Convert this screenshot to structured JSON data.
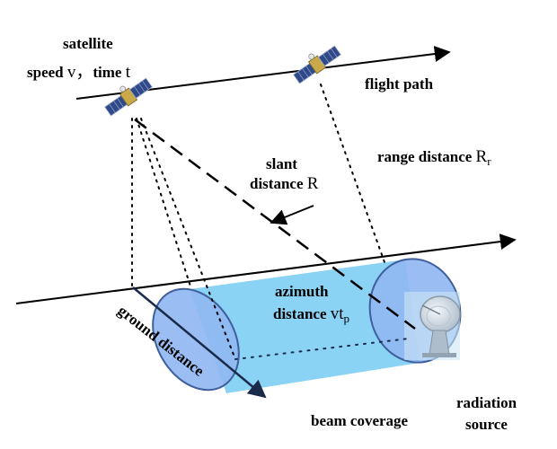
{
  "labels": {
    "satellite": "satellite",
    "speed": "speed",
    "speed_symbol": "v",
    "separator": "，",
    "time": "time",
    "time_symbol": "t",
    "flight_path": "flight path",
    "slant_line1": "slant",
    "slant_line2": "distance",
    "slant_symbol": "R",
    "range_distance": "range distance",
    "range_symbol": "R",
    "range_sub": "r",
    "azimuth_line1": "azimuth",
    "azimuth_line2": "distance",
    "azimuth_symbol": "vt",
    "azimuth_sub": "p",
    "ground_distance": "ground distance",
    "beam_coverage": "beam coverage",
    "radiation_line1": "radiation",
    "radiation_line2": "source"
  },
  "colors": {
    "beam_fill": "#8ad3f5",
    "ellipse_fill": "#8fb7f2",
    "ellipse_stroke": "#3f5f9c",
    "ground_arrow": "#1a2a4a",
    "line": "#000000"
  },
  "icons": [
    "satellite-icon",
    "radar-dish-icon"
  ]
}
